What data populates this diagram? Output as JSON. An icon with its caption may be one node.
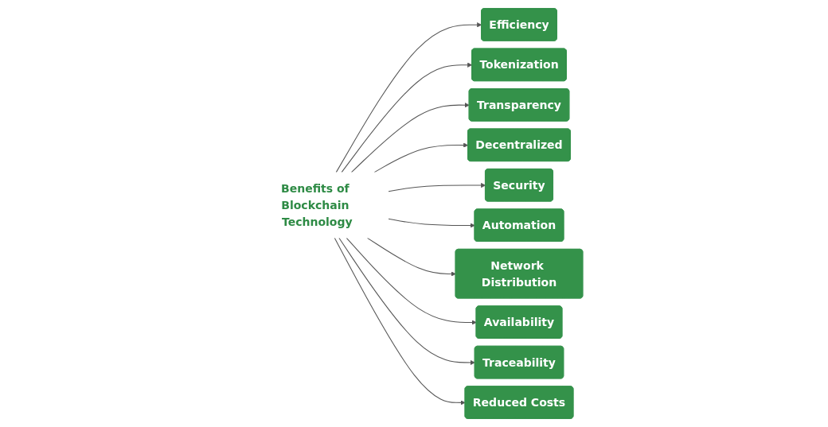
{
  "diagram": {
    "nodes": [
      {
        "text": [
          "Benefits of Blockchain Technology"
        ]
      },
      {
        "text": [
          "Efficiency"
        ]
      },
      {
        "text": [
          "Tokenization"
        ]
      },
      {
        "text": [
          "Transparency"
        ]
      },
      {
        "text": [
          "Decentralized"
        ]
      },
      {
        "text": [
          "Security"
        ]
      },
      {
        "text": [
          "Automation"
        ]
      },
      {
        "text": [
          "Network Distribution"
        ]
      },
      {
        "text": [
          "Availability"
        ]
      },
      {
        "text": [
          "Traceability"
        ]
      },
      {
        "text": [
          "Reduced Costs"
        ]
      }
    ],
    "edges": [
      {
        "from": 0,
        "to": 1,
        "arrow": "to"
      },
      {
        "from": 0,
        "to": 2,
        "arrow": "to"
      },
      {
        "from": 0,
        "to": 3,
        "arrow": "to"
      },
      {
        "from": 0,
        "to": 4,
        "arrow": "to"
      },
      {
        "from": 0,
        "to": 5,
        "arrow": "to"
      },
      {
        "from": 0,
        "to": 6,
        "arrow": "to"
      },
      {
        "from": 0,
        "to": 7,
        "arrow": "to"
      },
      {
        "from": 0,
        "to": 8,
        "arrow": "to"
      },
      {
        "from": 0,
        "to": 9,
        "arrow": "to"
      },
      {
        "from": 0,
        "to": 10,
        "arrow": "to"
      }
    ]
  }
}
